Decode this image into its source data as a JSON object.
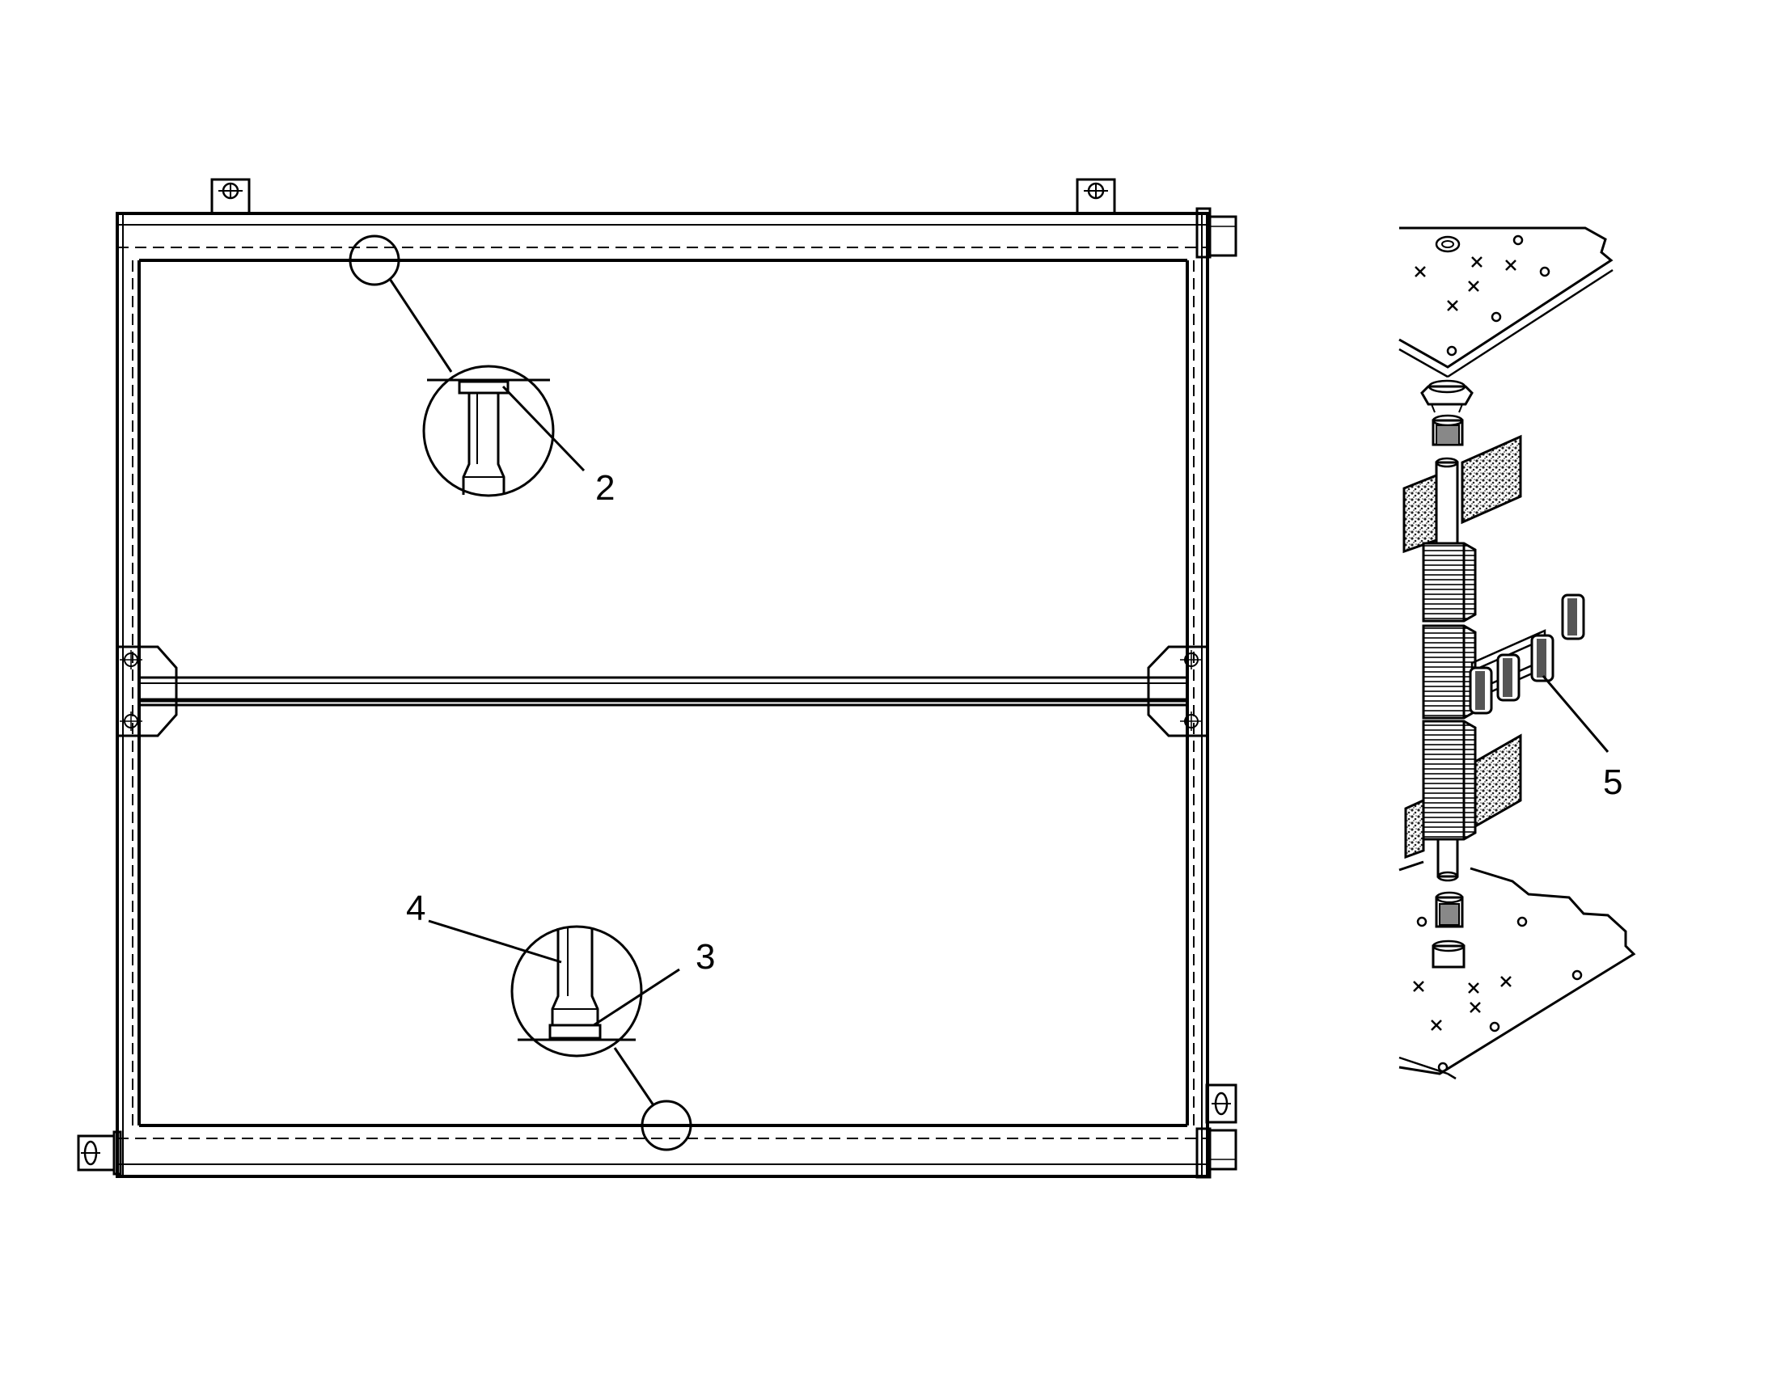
{
  "callouts": {
    "c2": "2",
    "c3": "3",
    "c4": "4",
    "c5": "5"
  },
  "colors": {
    "line": "#000000",
    "background": "#ffffff",
    "texture": "#333333"
  }
}
